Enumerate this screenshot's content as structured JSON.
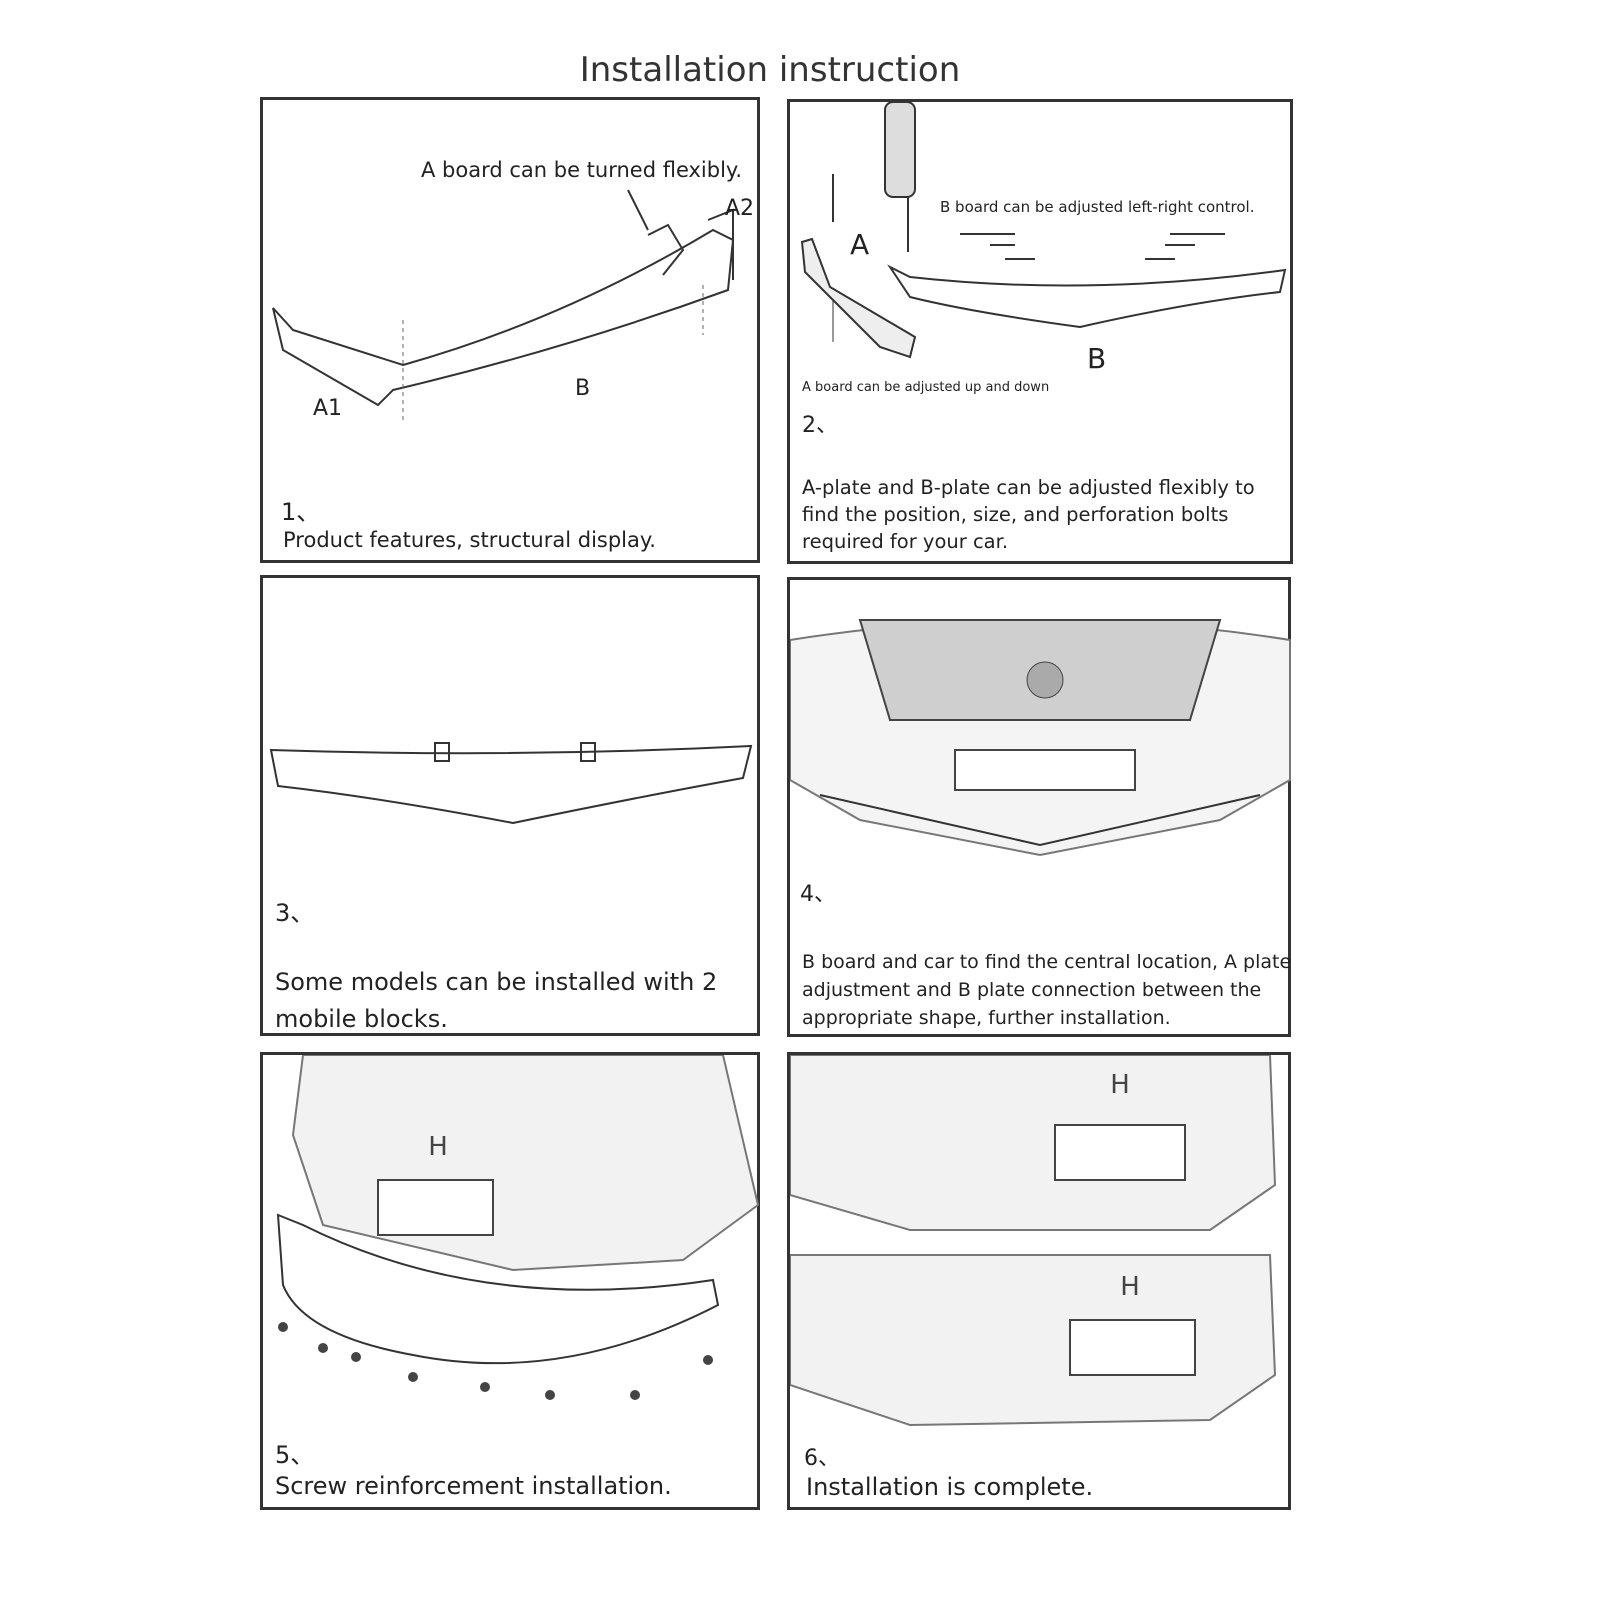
{
  "title": "Installation instruction",
  "steps": [
    {
      "number": "1、",
      "caption": "Product features, structural display.",
      "labels": {
        "note": "A board can be turned flexibly.",
        "a1": "A1",
        "a2": "A2",
        "b": "B"
      }
    },
    {
      "number": "2、",
      "caption": "A-plate and B-plate can be adjusted flexibly to find the position, size, and perforation bolts required for your car.",
      "labels": {
        "note_b": "B board can be adjusted left-right control.",
        "note_a": "A board can be adjusted up and down",
        "a": "A",
        "b": "B"
      }
    },
    {
      "number": "3、",
      "caption": "Some models can be installed with 2 mobile blocks."
    },
    {
      "number": "4、",
      "caption": "B board and car to find the central location, A plate adjustment and B plate connection between the appropriate shape, further installation."
    },
    {
      "number": "5、",
      "caption": "Screw reinforcement installation."
    },
    {
      "number": "6、",
      "caption": "Installation is complete."
    }
  ]
}
